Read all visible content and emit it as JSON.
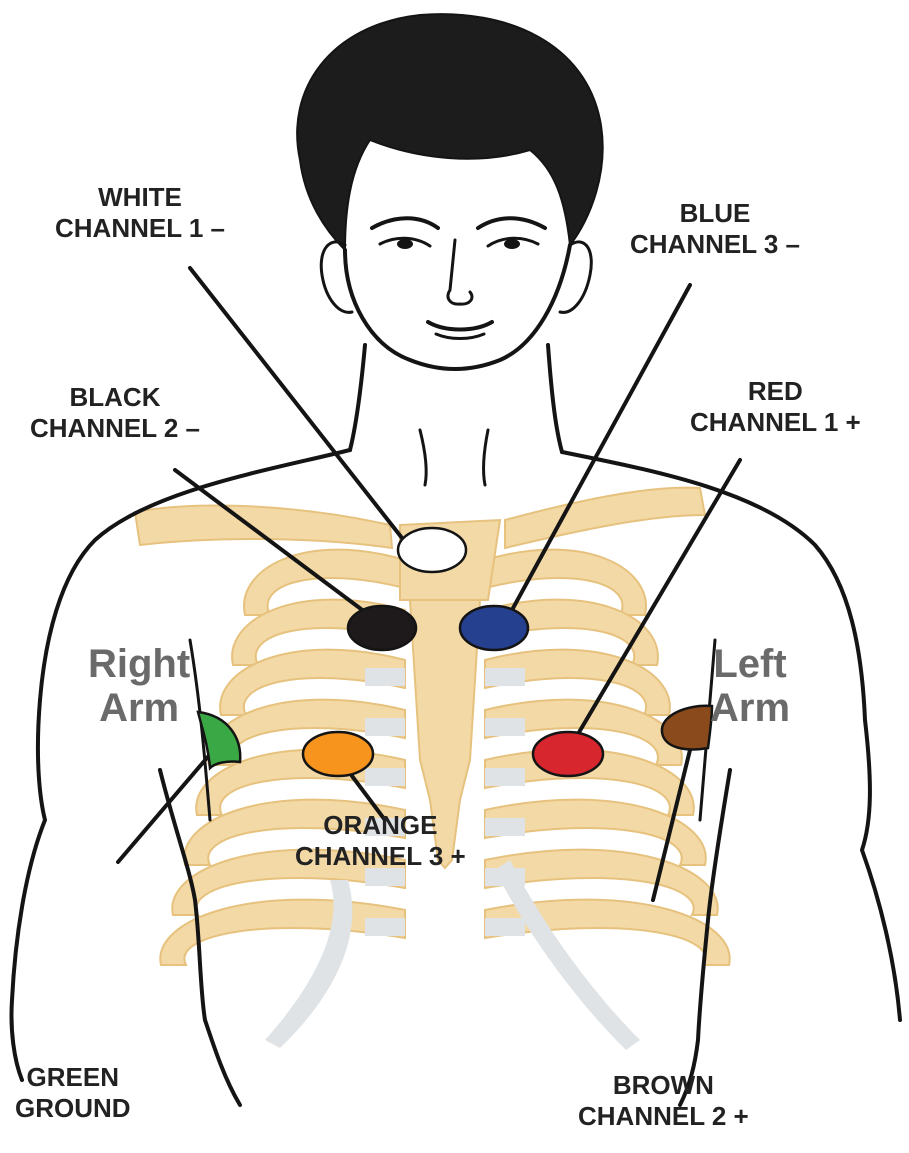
{
  "colors": {
    "bone": "#f3d9a6",
    "bone_edge": "#e6c27e",
    "cartilage": "#dfe3e6",
    "outline": "#141414",
    "hair": "#1c1c1c",
    "side_text": "#6a6a6a",
    "label_text": "#222222"
  },
  "electrodes": [
    {
      "id": "white",
      "color": "#ffffff",
      "line1": "WHITE",
      "line2": "CHANNEL 1 –"
    },
    {
      "id": "black",
      "color": "#1e1a1c",
      "line1": "BLACK",
      "line2": "CHANNEL 2 –"
    },
    {
      "id": "blue",
      "color": "#24408e",
      "line1": "BLUE",
      "line2": "CHANNEL 3 –"
    },
    {
      "id": "red",
      "color": "#d7262e",
      "line1": "RED",
      "line2": "CHANNEL 1 +"
    },
    {
      "id": "orange",
      "color": "#f7941d",
      "line1": "ORANGE",
      "line2": "CHANNEL 3 +"
    },
    {
      "id": "brown",
      "color": "#8b4a1c",
      "line1": "BROWN",
      "line2": "CHANNEL 2 +"
    },
    {
      "id": "green",
      "color": "#3aa945",
      "line1": "GREEN",
      "line2": "GROUND"
    }
  ],
  "sides": {
    "right": {
      "line1": "Right",
      "line2": "Arm"
    },
    "left": {
      "line1": "Left",
      "line2": "Arm"
    }
  }
}
